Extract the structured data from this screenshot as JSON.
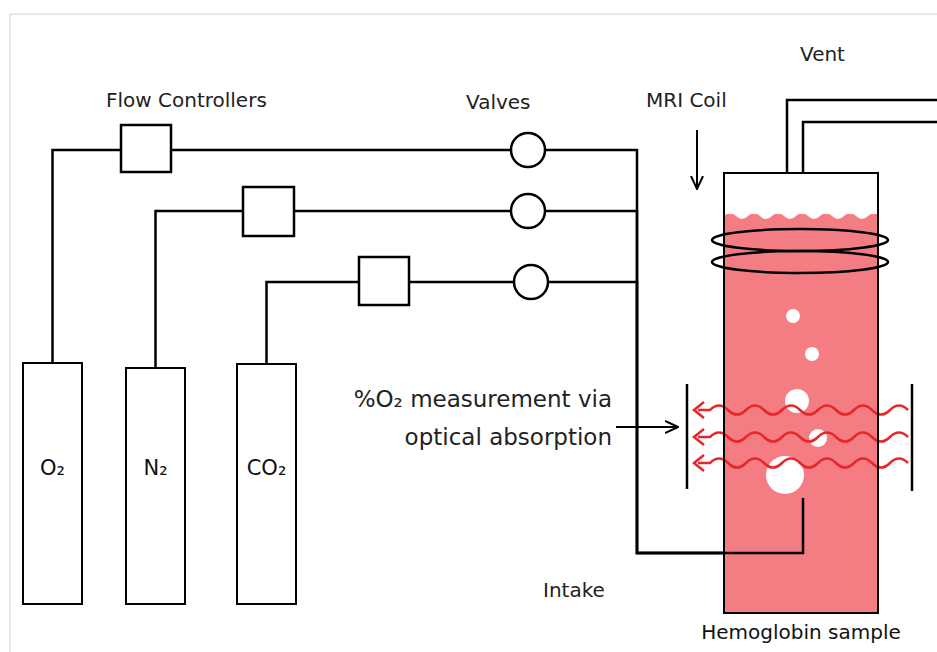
{
  "diagram": {
    "nodes": [
      {
        "text": [
          "O₂"
        ]
      },
      {
        "text": [
          "N₂"
        ]
      },
      {
        "text": [
          "CO₂"
        ]
      },
      {
        "text": [
          "Hemoglobin sample"
        ]
      }
    ],
    "edges": [
      {
        "from": 0,
        "to": 3,
        "arrow": "none"
      },
      {
        "from": 1,
        "to": 3,
        "arrow": "none"
      },
      {
        "from": 2,
        "to": 3,
        "arrow": "none"
      }
    ],
    "labels": [
      "Flow Controllers",
      "Valves",
      "MRI Coil",
      "Vent",
      "%O₂ measurement via optical absorption",
      "Intake"
    ]
  }
}
